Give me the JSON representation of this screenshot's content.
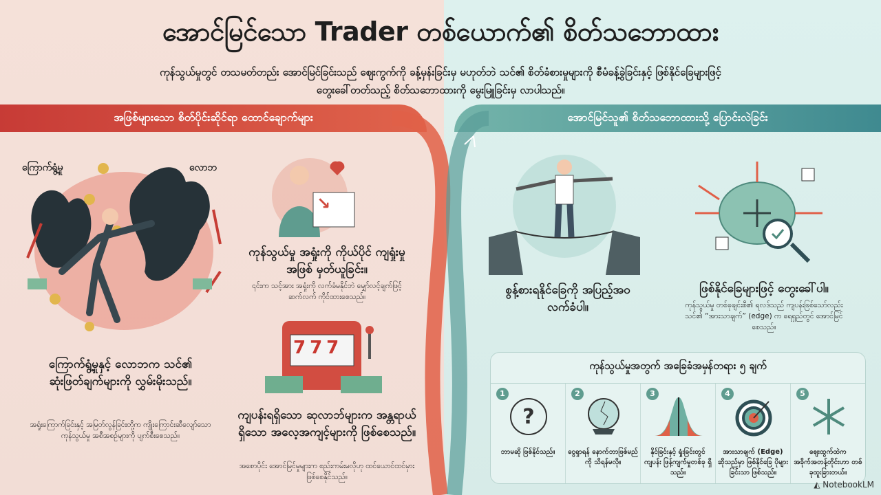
{
  "title": "အောင်မြင်သော Trader တစ်ယောက်၏ စိတ်သဘောထား",
  "subtitle_line1": "ကုန်သွယ်မှုတွင် တသမတ်တည်း အောင်မြင်ခြင်းသည် ဈေးကွက်ကို ခန့်မှန်းခြင်းမှ မဟုတ်ဘဲ သင်၏ စိတ်ခံစားမှုများကို စီမံခန့်ခွဲခြင်းနှင့် ဖြစ်နိုင်ခြေများဖြင့်",
  "subtitle_line2": "တွေးခေါ်တတ်သည့် စိတ်သဘောထားကို မွေးမြူခြင်းမှ လာပါသည်။",
  "colors": {
    "left_accent": "#c73b36",
    "right_accent": "#3f8a90",
    "left_bg": "#f5e1d9",
    "right_bg": "#ddf1ee"
  },
  "left": {
    "banner": "အဖြစ်များသော စိတ်ပိုင်းဆိုင်ရာ ထောင်ချောက်များ",
    "fear_label": "ကြောက်ရွံ့မှု",
    "greed_label": "လောဘ",
    "card1": {
      "heading": "ကြောက်ရွံ့မှုနှင့် လောဘက သင်၏ ဆုံးဖြတ်ချက်များကို လွှမ်းမိုးသည်။",
      "body": "အရှုံးကြောက်ခြင်းနှင့် အမြတ်လွန်ခြင်းတို့က ကျိုးကြောင်းဆီလျော်သော ကုန်သွယ်မှု အစီအစဉ်များကို ပျက်စီးစေသည်။"
    },
    "card2": {
      "heading": "ကုန်သွယ်မှု အရှုံးကို ကိုယ်ပိုင် ကျရှုံးမှုအဖြစ် မှတ်ယူခြင်း။",
      "body": "၎င်းက သင့်အား အရှုံးကို လက်ခံမနိုင်ဘဲ မျှော်လင့်ချက်ဖြင့် ဆက်လက် ကိုင်ထားစေသည်။",
      "chart_text": "↘"
    },
    "card3": {
      "heading": "ကျပန်းရရှိသော ဆုလာဘ်များက အန္တရာယ်ရှိသော အလေ့အကျင့်များကို ဖြစ်စေသည်။",
      "body": "အစောပိုင်း အောင်မြင်မှုများက စည်းကမ်းမလိုဟု ထင်ယောင်ထင်မှား ဖြစ်စေနိုင်သည်။",
      "slot_text": "777"
    }
  },
  "right": {
    "banner": "အောင်မြင်သူ၏ စိတ်သဘောထားသို့ ပြောင်းလဲခြင်း",
    "card1": {
      "heading": "စွန့်စားရနိုင်ခြေကို အပြည့်အဝ လက်ခံပါ။"
    },
    "card2": {
      "heading": "ဖြစ်နိုင်ခြေများဖြင့် တွေးခေါ်ပါ။",
      "body": "ကုန်သွယ်မှု တစ်ခုချင်းစီ၏ ရလဒ်သည် ကျပန်းဖြစ်သော်လည်း သင်၏ “အားသာချက်” (edge) က ရေရှည်တွင် အောင်မြင်စေသည်။"
    },
    "truths": {
      "title": "ကုန်သွယ်မှုအတွက် အခြေခံအမှန်တရား ၅ ချက်",
      "items": [
        {
          "num": "1",
          "icon": "question-icon",
          "text": "ဘာမဆို ဖြစ်နိုင်သည်။"
        },
        {
          "num": "2",
          "icon": "crystal-ball-icon",
          "text": "ငွေရှာရန် နောက်ဘာဖြစ်မည်ကို သိရန်မလို။"
        },
        {
          "num": "3",
          "icon": "bell-curve-icon",
          "text": "နိုင်ခြင်းနှင့် ရှုံးခြင်းတွင် ကျပန်း ဖြန့်ကျက်မှုတစ်ခု ရှိသည်။"
        },
        {
          "num": "4",
          "icon": "target-icon",
          "text": "အားသာချက် (Edge) ဆိုသည်မှာ ဖြစ်နိုင်ခြေ ပိုများခြင်းသာ ဖြစ်သည်။"
        },
        {
          "num": "5",
          "icon": "snowflake-icon",
          "text": "ဈေးထွက်ထဲက အခိုက်အတန့်တိုင်းဟာ တစ်ခုထူးခြားတယ်။"
        }
      ]
    }
  },
  "brand": "NotebookLM"
}
